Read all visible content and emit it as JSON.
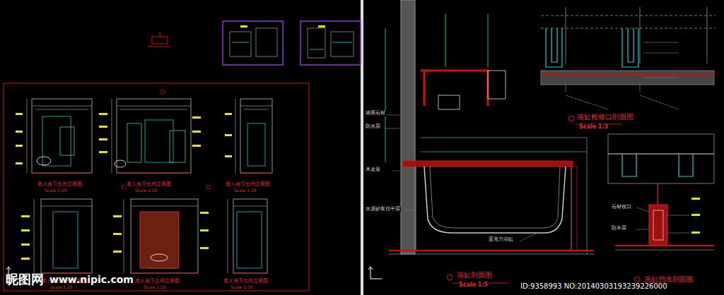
{
  "diagram": {
    "labels": [
      "老人房卫生间立面图",
      "Scale 1:25",
      "老人房卫生间立面图",
      "Scale 1:25",
      "老人房卫生间立面图",
      "Scale 1:25",
      "老人房卫生间立面图",
      "Scale 1:25",
      "老人房卫生间立面图",
      "Scale 1:25",
      "老人房卫生间立面图",
      "Scale 1:25",
      "浴缸检修口剖面图",
      "Scale 1:3",
      "浴缸剖面图",
      "Scale 1:5",
      "浴缸挡水剖面图",
      "墙面石材",
      "防水层",
      "木龙骨",
      "水泥砂浆找平层",
      "亚克力浴缸",
      "石材收口",
      "防水层",
      "昵图网",
      "www.nipic.com",
      "ID:9358993 NO:20140303193239226000"
    ]
  }
}
